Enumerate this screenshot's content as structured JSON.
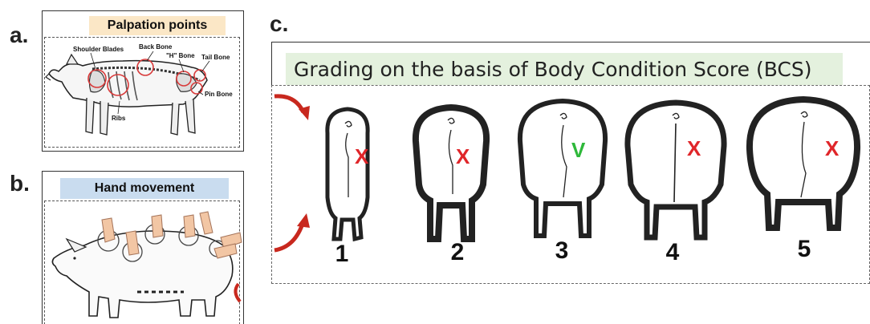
{
  "panel_a": {
    "letter": "a.",
    "title": "Palpation points",
    "header_color": "#fbe7c6",
    "labels": {
      "shoulder_blades": "Shoulder Blades",
      "back_bone": "Back Bone",
      "h_bone": "\"H\" Bone",
      "tail_bone": "Tail Bone",
      "pin_bone": "Pin Bone",
      "ribs": "Ribs"
    },
    "circle_color": "#d83a3a"
  },
  "panel_b": {
    "letter": "b.",
    "title": "Hand movement",
    "header_color": "#c9dcef"
  },
  "panel_c": {
    "letter": "c.",
    "title": "Grading on the basis of Body Condition Score (BCS)",
    "title_bg": "#e4f1de",
    "arrow_color": "#c8281e",
    "grades": [
      {
        "number": "1",
        "mark": "X",
        "mark_color": "#e0262a"
      },
      {
        "number": "2",
        "mark": "X",
        "mark_color": "#e0262a"
      },
      {
        "number": "3",
        "mark": "V",
        "mark_color": "#2eb83a"
      },
      {
        "number": "4",
        "mark": "X",
        "mark_color": "#e0262a"
      },
      {
        "number": "5",
        "mark": "X",
        "mark_color": "#e0262a"
      }
    ]
  }
}
